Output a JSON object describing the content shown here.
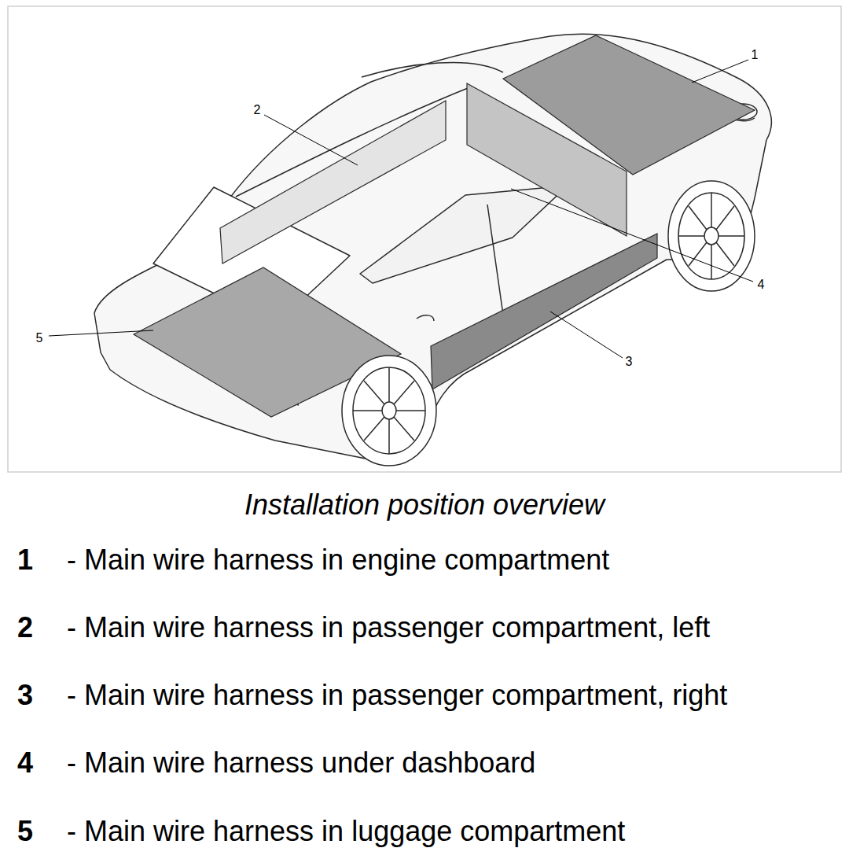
{
  "diagram": {
    "caption": "Installation position overview",
    "labels": [
      "1",
      "2",
      "3",
      "4",
      "5",
      "1",
      "- Main wire harness in engine compartment",
      "2",
      "- Main wire harness in passenger compartment, left",
      "3",
      "- Main wire harness in passenger compartment, right",
      "4",
      "- Main wire harness under dashboard",
      "5",
      "- Main wire harness in luggage compartment"
    ]
  }
}
